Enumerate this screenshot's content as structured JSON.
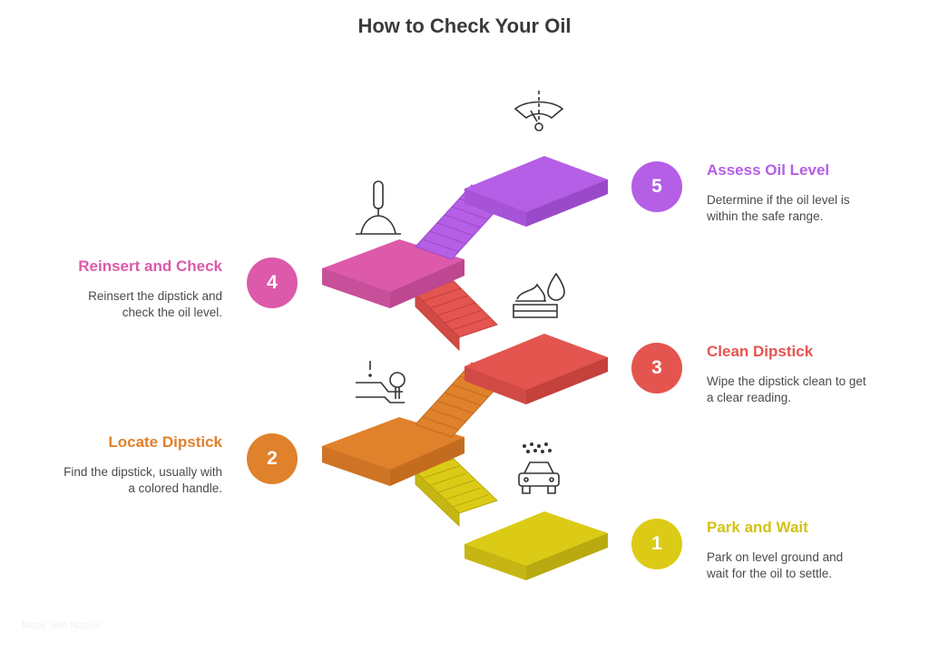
{
  "title": "How to Check Your Oil",
  "colors": {
    "step1": "#dccb16",
    "step2": "#e0812c",
    "step3": "#e45550",
    "step4": "#dc5aa9",
    "step5": "#b55ee6"
  },
  "steps": [
    {
      "number": "1",
      "title": "Park and Wait",
      "description": "Park on level ground and wait for the oil to settle.",
      "icon": "car-icon"
    },
    {
      "number": "2",
      "title": "Locate Dipstick",
      "description": "Find the dipstick, usually with a colored handle.",
      "icon": "engine-dipstick-icon"
    },
    {
      "number": "3",
      "title": "Clean Dipstick",
      "description": "Wipe the dipstick clean to get a clear reading.",
      "icon": "oil-drop-cleaning-icon"
    },
    {
      "number": "4",
      "title": "Reinsert and Check",
      "description": "Reinsert the dipstick and check the oil level.",
      "icon": "dipstick-handle-icon"
    },
    {
      "number": "5",
      "title": "Assess Oil Level",
      "description": "Determine if the oil level is within the safe range.",
      "icon": "gauge-icon"
    }
  ],
  "watermark": "Made with Napkin"
}
